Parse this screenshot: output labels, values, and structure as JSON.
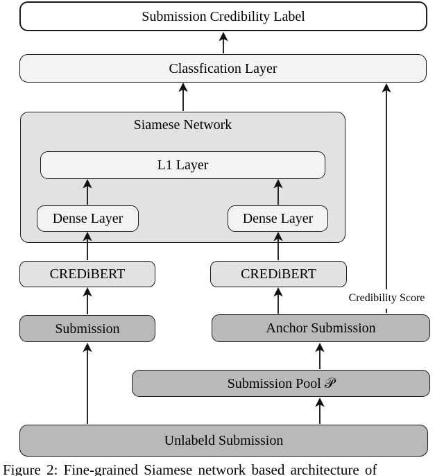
{
  "colors": {
    "bg": "#ffffff",
    "white": "#ffffff",
    "lightest": "#f3f3f1",
    "light": "#e2e2e0",
    "medium": "#b9b9b9",
    "border": "#1a1a1a",
    "text": "#000000",
    "arrow": "#111111"
  },
  "diagram": {
    "nodes": {
      "submission_credibility_label": "Submission Credibility Label",
      "classification_layer": "Classfication Layer",
      "siamese_network": "Siamese Network",
      "l1_layer": "L1 Layer",
      "dense_layer_left": "Dense Layer",
      "dense_layer_right": "Dense Layer",
      "credibert_left": "CREDiBERT",
      "credibert_right": "CREDiBERT",
      "submission": "Submission",
      "anchor_submission": "Anchor Submission",
      "submission_pool": "Submission Pool 𝒫",
      "unlabeled_submission": "Unlabeld Submission"
    },
    "edge_labels": {
      "credibility_score": "Credibility Score"
    },
    "caption": "Figure 2: Fine-grained Siamese network based architecture of"
  }
}
